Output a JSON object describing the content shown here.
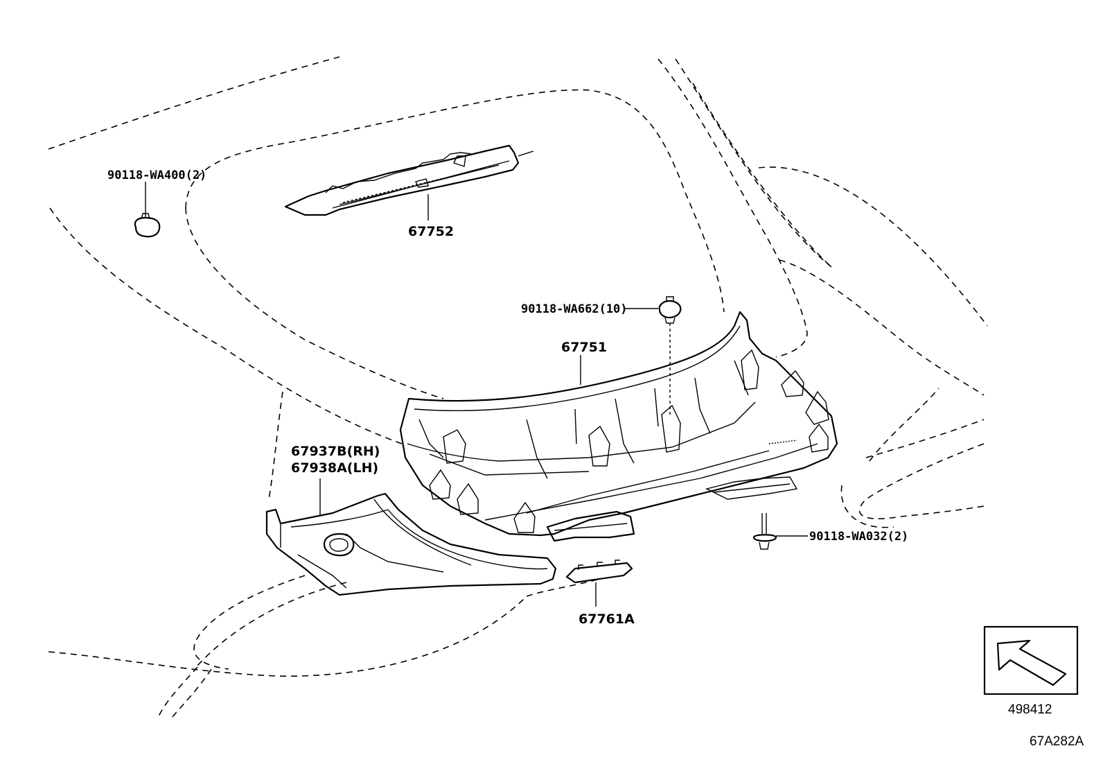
{
  "diagram": {
    "callouts": {
      "clip_wa400": "90118-WA400(2)",
      "stop_lamp": "67752",
      "clip_wa662": "90118-WA662(10)",
      "door_trim": "67751",
      "side_trim_rh": "67937B(RH)",
      "side_trim_lh": "67938A(LH)",
      "screw_wa032": "90118-WA032(2)",
      "cover": "67761A"
    },
    "view_box_ref": "498412",
    "drawing_code": "67A282A"
  }
}
